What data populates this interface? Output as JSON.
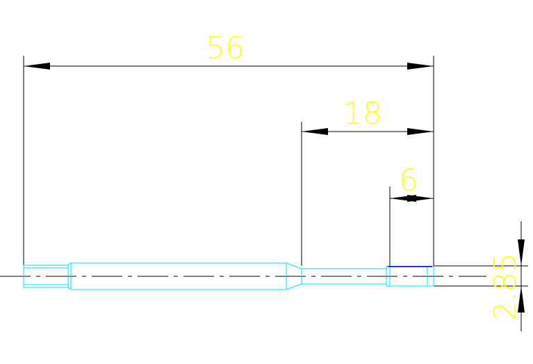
{
  "drawing": {
    "background": "#ffffff",
    "colors": {
      "dimension_line": "#000000",
      "dimension_text": "#ffff33",
      "part_outline": "#00e0ff",
      "centerline": "#000000",
      "tip_highlight": "#3333cc"
    },
    "dimensions": {
      "overall_length": "56",
      "middle_length": "18",
      "tip_length": "6",
      "tip_diameter": "2.85"
    }
  }
}
